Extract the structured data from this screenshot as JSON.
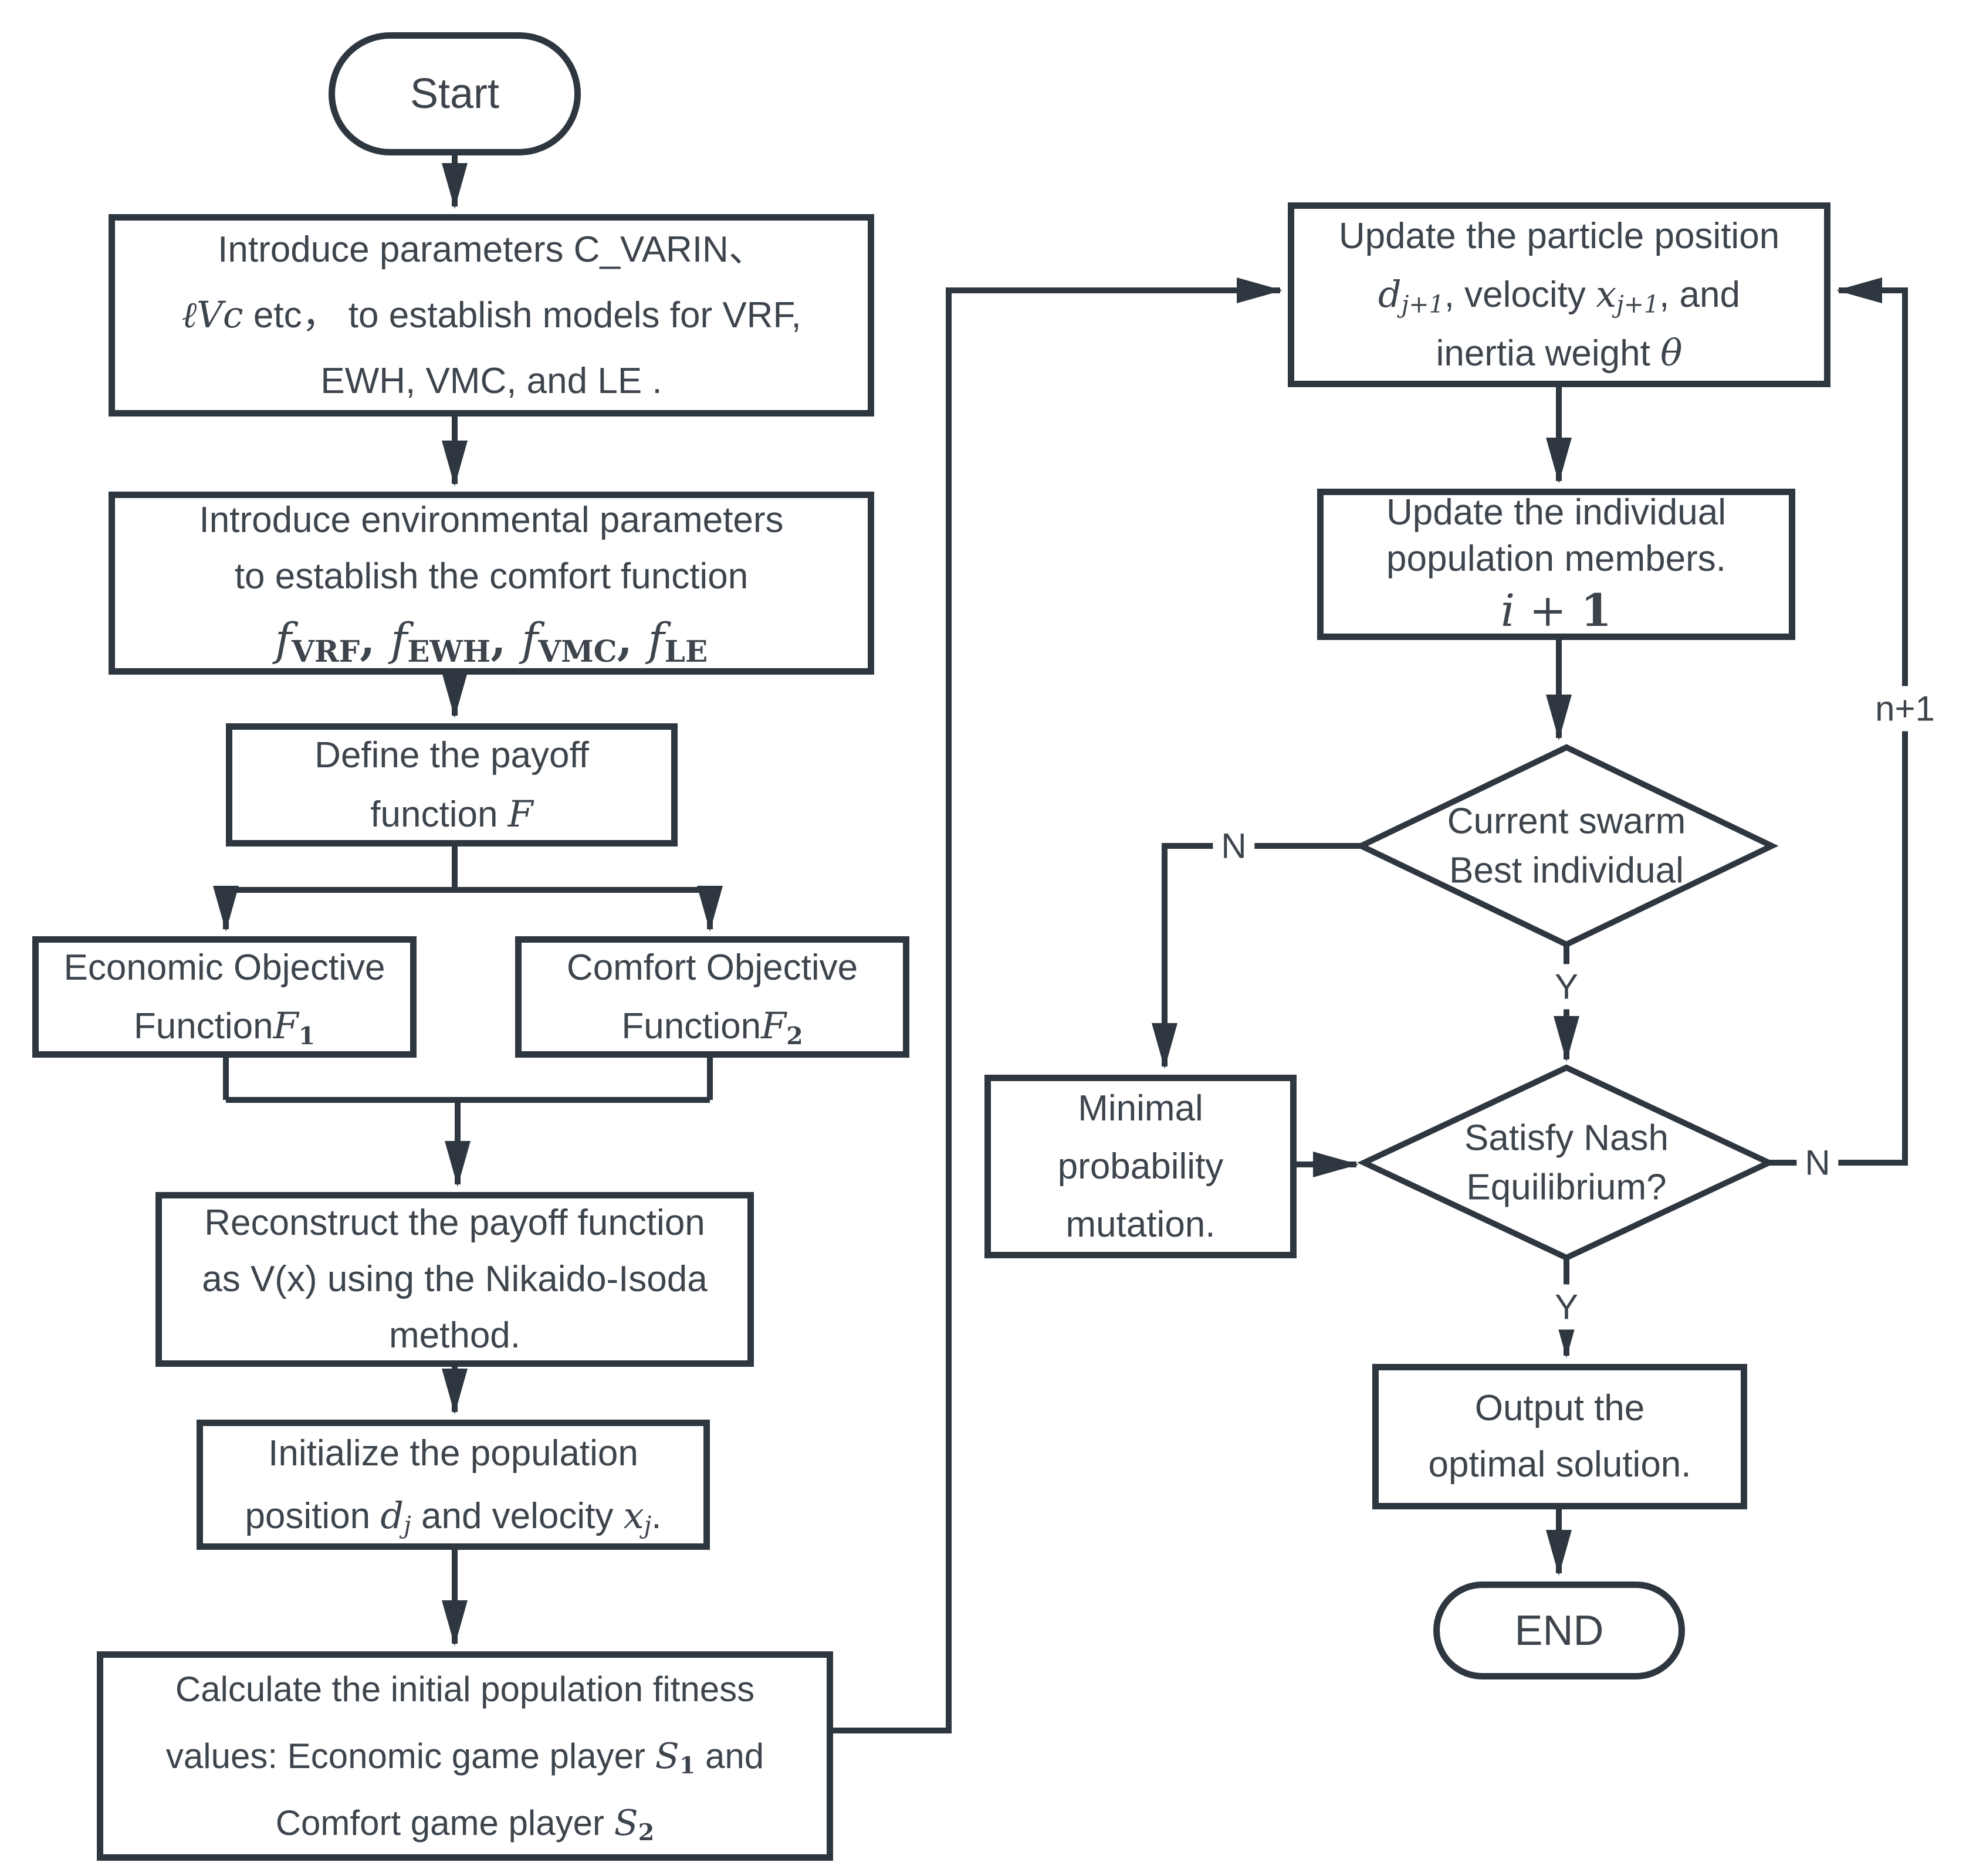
{
  "colors": {
    "stroke": "#2e363f",
    "text": "#3d444c",
    "background": "#ffffff"
  },
  "nodes": {
    "start": {
      "label": "Start"
    },
    "intro_params": {
      "l1": "Introduce parameters C_VARIN、",
      "l2": [
        {
          "t": "ℓVc",
          "s": "i"
        },
        {
          "t": " etc，  to establish models for VRF,",
          "s": "p"
        }
      ],
      "l3": "EWH, VMC, and LE ."
    },
    "env_params": {
      "l1": "Introduce environmental parameters",
      "l2": "to establish the comfort function",
      "l3": [
        {
          "t": "f",
          "s": "i"
        },
        {
          "t": "VRF",
          "s": "bsub"
        },
        {
          "t": ", ",
          "s": "mb"
        },
        {
          "t": "f",
          "s": "i"
        },
        {
          "t": "EWH",
          "s": "bsub"
        },
        {
          "t": ", ",
          "s": "mb"
        },
        {
          "t": "f",
          "s": "i"
        },
        {
          "t": "VMC",
          "s": "bsub"
        },
        {
          "t": ", ",
          "s": "mb"
        },
        {
          "t": "f",
          "s": "i"
        },
        {
          "t": "LE",
          "s": "bsub"
        }
      ]
    },
    "define_payoff": {
      "l1": "Define the payoff",
      "l2": [
        {
          "t": "function ",
          "s": "p"
        },
        {
          "t": "F",
          "s": "i"
        }
      ]
    },
    "economic_objective": {
      "l1": "Economic Objective",
      "l2": [
        {
          "t": "Function",
          "s": "p"
        },
        {
          "t": "F",
          "s": "i"
        },
        {
          "t": "1",
          "s": "bsub"
        }
      ]
    },
    "comfort_objective": {
      "l1": "Comfort Objective",
      "l2": [
        {
          "t": "Function",
          "s": "p"
        },
        {
          "t": "F",
          "s": "i"
        },
        {
          "t": "2",
          "s": "bsub"
        }
      ]
    },
    "reconstruct": {
      "l1": "Reconstruct the payoff function",
      "l2": "as V(x) using the Nikaido-Isoda",
      "l3": "method."
    },
    "initialize": {
      "l1": "Initialize the population",
      "l2": [
        {
          "t": "position ",
          "s": "p"
        },
        {
          "t": "d",
          "s": "i"
        },
        {
          "t": "j",
          "s": "isub"
        },
        {
          "t": " and velocity ",
          "s": "p"
        },
        {
          "t": "x",
          "s": "i"
        },
        {
          "t": "j",
          "s": "isub"
        },
        {
          "t": ".",
          "s": "p"
        }
      ]
    },
    "calc_fitness": {
      "l1": "Calculate the initial population fitness",
      "l2": [
        {
          "t": "values: Economic game player ",
          "s": "p"
        },
        {
          "t": "S",
          "s": "i"
        },
        {
          "t": "1",
          "s": "bsub"
        },
        {
          "t": " and",
          "s": "p"
        }
      ],
      "l3": [
        {
          "t": "Comfort game player ",
          "s": "p"
        },
        {
          "t": "S",
          "s": "i"
        },
        {
          "t": "2",
          "s": "bsub"
        }
      ]
    },
    "update_particle": {
      "l1": "Update the particle position",
      "l2": [
        {
          "t": "d",
          "s": "i"
        },
        {
          "t": "j+1",
          "s": "isub"
        },
        {
          "t": ", velocity ",
          "s": "p"
        },
        {
          "t": "x",
          "s": "i"
        },
        {
          "t": "j+1",
          "s": "isub"
        },
        {
          "t": ", and",
          "s": "p"
        }
      ],
      "l3": [
        {
          "t": "inertia weight ",
          "s": "p"
        },
        {
          "t": "θ",
          "s": "i"
        }
      ]
    },
    "update_individual": {
      "l1": "Update the individual",
      "l2": "population members.",
      "l3": [
        {
          "t": "i",
          "s": "i"
        },
        {
          "t": " + ",
          "s": "m"
        },
        {
          "t": "1",
          "s": "mb"
        }
      ]
    },
    "current_swarm": {
      "l1": "Current swarm",
      "l2": "Best individual"
    },
    "minimal_mutation": {
      "l1": "Minimal",
      "l2": "probability",
      "l3": "mutation."
    },
    "nash": {
      "l1": "Satisfy Nash",
      "l2": "Equilibrium?"
    },
    "output": {
      "l1": "Output the",
      "l2": "optimal solution."
    },
    "end": {
      "label": "END"
    }
  },
  "edge_labels": {
    "current_swarm_no": "N",
    "current_swarm_yes": "Y",
    "nash_no": "N",
    "nash_yes": "Y",
    "iteration": "n+1"
  }
}
